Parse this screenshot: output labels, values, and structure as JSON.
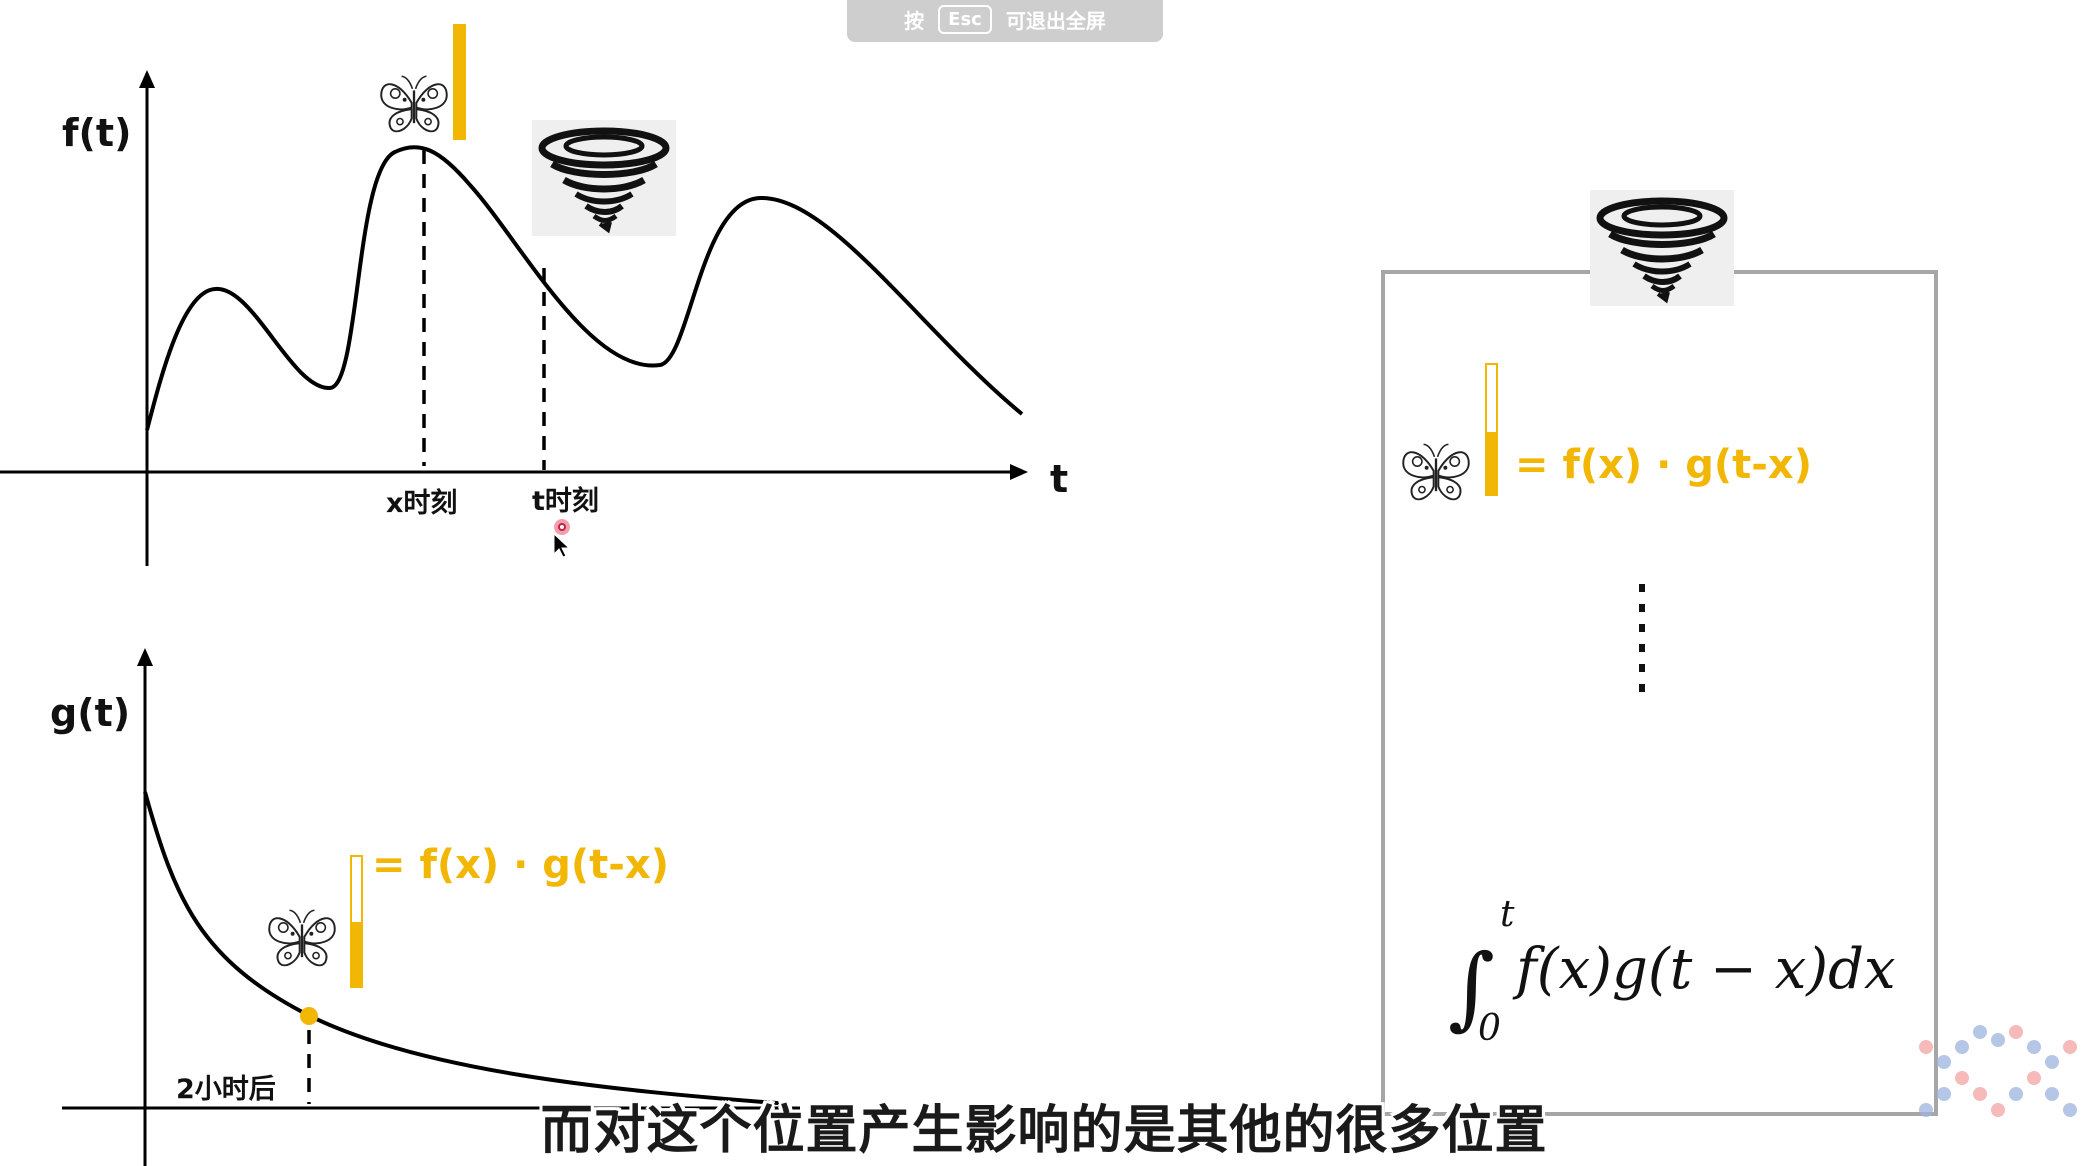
{
  "fullscreen_hint": {
    "prefix": "按",
    "key": "Esc",
    "suffix": "可退出全屏"
  },
  "top_graph": {
    "ylabel": "f(t)",
    "xlabel": "t",
    "tick_x": "x时刻",
    "tick_t": "t时刻"
  },
  "bottom_graph": {
    "ylabel": "g(t)",
    "tick_2h": "2小时后",
    "formula": "= f(x) · g(t-x)"
  },
  "right_panel": {
    "formula": "= f(x) · g(t-x)",
    "integral_upper": "t",
    "integral_lower": "0",
    "integral_body": "f(x)g(t − x)dx"
  },
  "subtitle": "而对这个位置产生影响的是其他的很多位置",
  "colors": {
    "accent": "#f2b705",
    "curve": "#000000",
    "panel_border": "#a6a6a6"
  },
  "icons": [
    "butterfly-icon",
    "tornado-icon",
    "cursor-icon",
    "watermark-logo"
  ]
}
